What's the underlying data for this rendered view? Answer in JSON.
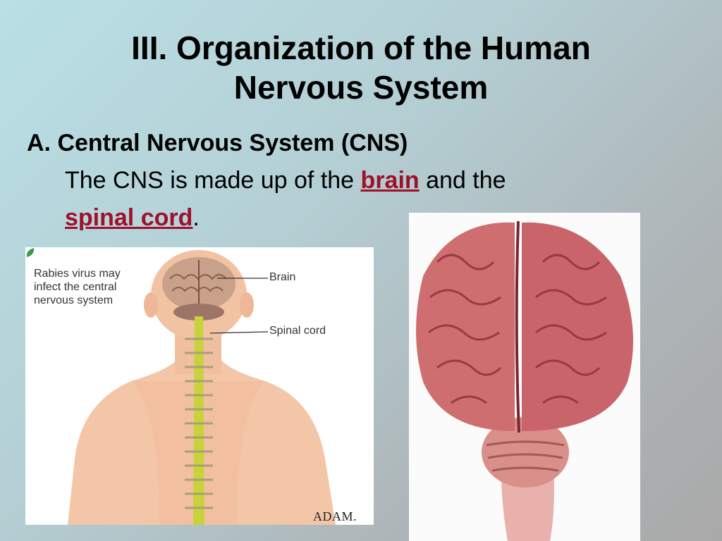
{
  "slide": {
    "title_line1": "III. Organization of the Human",
    "title_line2": "Nervous System",
    "heading": "A. Central Nervous System (CNS)",
    "body": {
      "part1": "The CNS is made up of the ",
      "term1": "brain",
      "part2": " and the",
      "term2": "spinal cord",
      "part3": "."
    }
  },
  "illustration": {
    "caption_line1": "Rabies virus may",
    "caption_line2": "infect the central",
    "caption_line3": "nervous system",
    "label_brain": "Brain",
    "label_spinal_cord": "Spinal cord",
    "credit": "ADAM."
  },
  "colors": {
    "term": "#a0102a",
    "skin": "#f4c6a8",
    "cord": "#c8d23a",
    "brain_photo": "#c85a5e"
  }
}
